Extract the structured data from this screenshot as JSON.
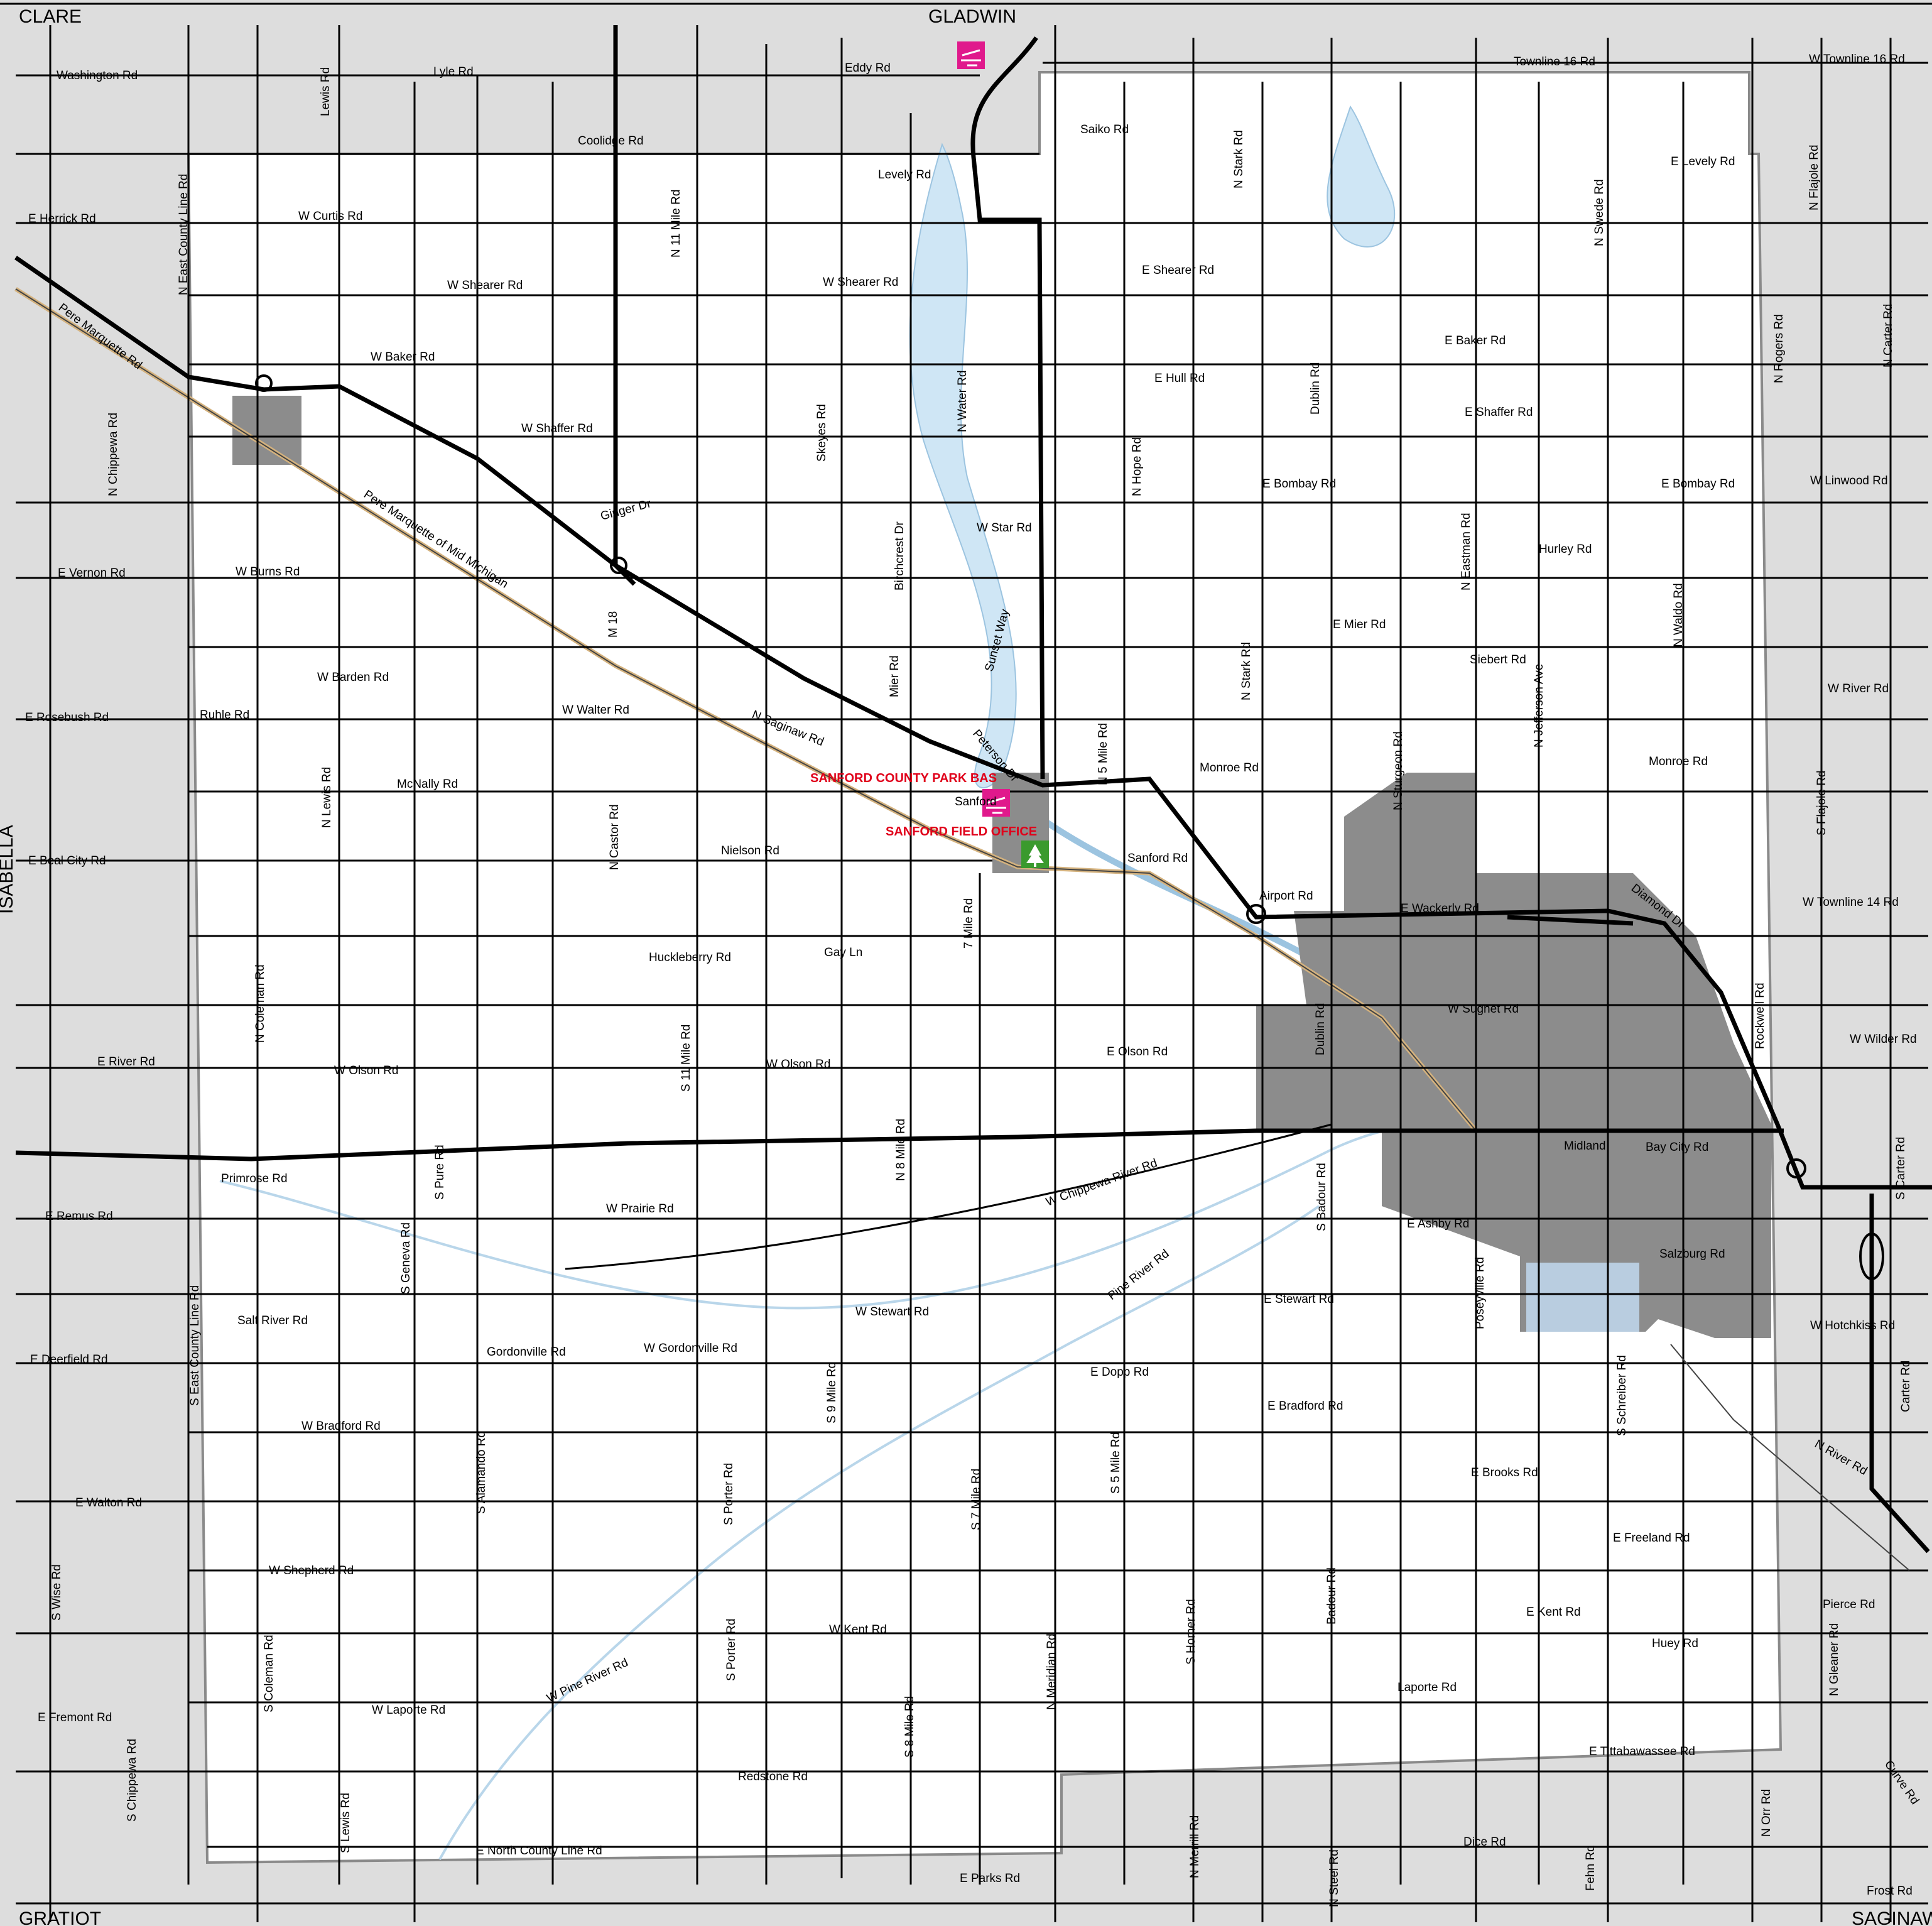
{
  "counties": {
    "north_west": "CLARE",
    "north": "GLADWIN",
    "west": "ISABELLA",
    "south_west": "GRATIOT",
    "south_east": "SAGINAW"
  },
  "poi": {
    "park": "SANFORD COUNTY PARK BAS",
    "office": "SANFORD FIELD OFFICE"
  },
  "places": {
    "sanford": "Sanford",
    "midland": "Midland"
  },
  "roads": {
    "washington": "Washington Rd",
    "lyle": "Lyle Rd",
    "lewis_n": "Lewis Rd",
    "eddy": "Eddy Rd",
    "townline16": "Townline 16 Rd",
    "w_townline16": "W Townline 16 Rd",
    "coolidge": "Coolidge Rd",
    "saiko": "Saiko Rd",
    "levely": "Levely Rd",
    "e_levely": "E Levely Rd",
    "n_stark_top": "N Stark Rd",
    "n_swede": "N Swede Rd",
    "n_flajole": "N Flajole Rd",
    "e_herrick": "E Herrick Rd",
    "n_east_county_line": "N East County Line Rd",
    "w_curtis": "W Curtis Rd",
    "n_11_mile": "N 11 Mile Rd",
    "w_shearer_w": "W Shearer Rd",
    "w_shearer_c": "W Shearer Rd",
    "e_shearer": "E Shearer Rd",
    "n_rogers": "N Rogers Rd",
    "n_carter": "N Carter Rd",
    "pere_marquette": "Pere Marquette Rd",
    "w_baker": "W Baker Rd",
    "e_baker": "E Baker Rd",
    "e_hull": "E Hull Rd",
    "dublin_n": "Dublin Rd",
    "n_water": "N Water Rd",
    "skeyes": "Skeyes Rd",
    "n_chippewa": "N Chippewa Rd",
    "w_shaffer": "W Shaffer Rd",
    "e_shaffer": "E Shaffer Rd",
    "n_hope": "N Hope Rd",
    "e_bombay_w": "E Bombay Rd",
    "e_bombay_e": "E Bombay Rd",
    "w_linwood": "W Linwood Rd",
    "pmm": "Pere Marquette of Mid Michigan",
    "ginger": "Ginger Dr",
    "w_star": "W Star Rd",
    "birchcrest": "Birchcrest Dr",
    "n_eastman": "N Eastman Rd",
    "hurley": "Hurley Rd",
    "e_vernon": "E Vernon Rd",
    "w_burns": "W Burns Rd",
    "sunset_way": "Sunset Way",
    "e_mier": "E Mier Rd",
    "n_waldo": "N Waldo Rd",
    "m18": "M 18",
    "siebert": "Siebert Rd",
    "n_jefferson": "N Jefferson Ave",
    "mier": "Mier Rd",
    "w_barden": "W Barden Rd",
    "n_stark_mid": "N Stark Rd",
    "w_river_e": "W River Rd",
    "e_rosebush": "E Rosebush Rd",
    "ruhle": "Ruhle Rd",
    "w_walter": "W Walter Rd",
    "n_saginaw": "N Saginaw Rd",
    "peterson": "Peterson Dr",
    "n_5_mile": "N 5 Mile Rd",
    "n_sturgeon": "N Sturgeon Rd",
    "monroe_w": "Monroe Rd",
    "monroe_e": "Monroe Rd",
    "mcnally": "McNally Rd",
    "n_lewis_mid": "N Lewis Rd",
    "n_castor": "N Castor Rd",
    "s_flajole": "S Flajole Rd",
    "e_beal_city": "E Beal City Rd",
    "nielson": "Nielson Rd",
    "sanford_rd": "Sanford Rd",
    "airport": "Airport Rd",
    "e_wackerly": "E Wackerly Rd",
    "diamond": "Diamond Dr",
    "w_townline14": "W Townline 14 Rd",
    "huckleberry": "Huckleberry Rd",
    "gay_ln": "Gay Ln",
    "n_7_mile": "7 Mile Rd",
    "n_coleman": "N Coleman Rd",
    "dublin_s": "Dublin Rd",
    "w_sugnet": "W Sugnet Rd",
    "rockwell": "Rockwell Rd",
    "w_wilder": "W Wilder Rd",
    "s_11_mile": "S 11 Mile Rd",
    "e_river": "E River Rd",
    "w_olson_w": "W Olson Rd",
    "w_olson_c": "W Olson Rd",
    "e_olson": "E Olson Rd",
    "n_8_mile": "N 8 Mile Rd",
    "primrose": "Primrose Rd",
    "s_pure": "S Pure Rd",
    "w_chippewa_river": "W Chippewa River Rd",
    "s_badour": "S Badour Rd",
    "bay_city": "Bay City Rd",
    "s_carter": "S Carter Rd",
    "e_remus": "E Remus Rd",
    "w_prairie": "W Prairie Rd",
    "e_ashby": "E Ashby Rd",
    "s_geneva": "S Geneva Rd",
    "pine_river": "Pine River Rd",
    "poseyville": "Poseyville Rd",
    "salzburg": "Salzburg Rd",
    "salt_river": "Salt River Rd",
    "w_stewart": "W Stewart Rd",
    "e_stewart": "E Stewart Rd",
    "s_east_county_line": "S East County Line Rd",
    "w_hotchkiss": "W Hotchkiss Rd",
    "e_deerfield": "E Deerfield Rd",
    "gordonville": "Gordonville Rd",
    "w_gordonville": "W Gordonville Rd",
    "s_9_mile": "S 9 Mile Rd",
    "e_dopp": "E Dopp Rd",
    "s_schreiber": "S Schreiber Rd",
    "e_bradford": "E Bradford Rd",
    "carter": "Carter Rd",
    "w_bradford": "W Bradford Rd",
    "s_alamando": "S Alamando Rd",
    "s_5_mile": "S 5 Mile Rd",
    "e_brooks": "E Brooks Rd",
    "n_river": "N River Rd",
    "s_porter_n": "S Porter Rd",
    "s_7_mile": "S 7 Mile Rd",
    "e_walton": "E Walton Rd",
    "e_freeland": "E Freeland Rd",
    "s_wise": "S Wise Rd",
    "w_shepherd": "W Shepherd Rd",
    "badour": "Badour Rd",
    "pierce": "Pierce Rd",
    "e_kent": "E Kent Rd",
    "w_kent": "W Kent Rd",
    "s_coleman": "S Coleman Rd",
    "s_porter_s": "S Porter Rd",
    "n_meridian": "N Meridian Rd",
    "s_homer": "S Homer Rd",
    "huey": "Huey Rd",
    "n_gleaner": "N Gleaner Rd",
    "w_pine_river": "W Pine River Rd",
    "laporte": "Laporte Rd",
    "w_laporte": "W Laporte Rd",
    "e_fremont": "E Fremont Rd",
    "s_8_mile": "S 8 Mile Rd",
    "s_chippewa": "S Chippewa Rd",
    "e_tittabawassee": "E Tittabawassee Rd",
    "curve": "Curve Rd",
    "redstone": "Redstone Rd",
    "s_lewis": "S Lewis Rd",
    "dice": "Dice Rd",
    "n_merrill": "N Merrill Rd",
    "n_steel": "N Steel Rd",
    "fehn": "Fehn Rd",
    "n_orr": "N Orr Rd",
    "e_north_county_line": "E North County Line Rd",
    "e_parks": "E Parks Rd",
    "frost": "Frost Rd"
  },
  "colors": {
    "outside_county": "#dddddd",
    "urban": "#8c8c8c",
    "water": "#cfe6f5",
    "reservoir": "#b9cde0",
    "road": "#000000",
    "railroad": "#d4b27e",
    "poi_text": "#e0001a",
    "boat_launch_icon": "#e0198c",
    "forest_icon": "#3a9a2e"
  },
  "icons": [
    "boat-launch-icon",
    "boat-launch-icon",
    "forest-office-icon"
  ]
}
